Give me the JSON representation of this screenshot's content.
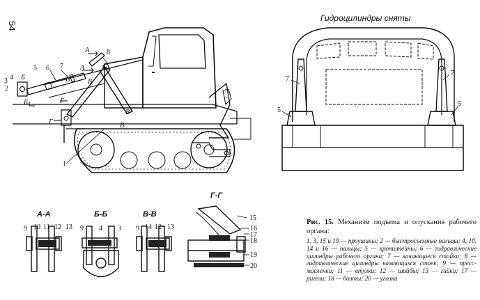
{
  "page_number": "54",
  "right_title": "Гидроцилиндры сняты",
  "sections": {
    "aa": "А-А",
    "bb": "Б-Б",
    "vv": "В-В",
    "gg": "Г-Г"
  },
  "main_labels": {
    "n1": "1",
    "n2": "2",
    "n3": "3",
    "n4": "4",
    "n5": "5",
    "n6": "6",
    "n7": "7",
    "n8": "8",
    "A1": "А",
    "A2": "А",
    "B1": "Б",
    "B2": "Б",
    "V1": "В",
    "V2": "В",
    "V3": "В",
    "V4": "В",
    "G1": "Г",
    "G2": "Г"
  },
  "right_labels": {
    "n7a": "7",
    "n7b": "7",
    "n5a": "5",
    "n5b": "5"
  },
  "aa_labels": {
    "n9": "9",
    "n10": "10",
    "n11": "11",
    "n12": "12",
    "n13": "13"
  },
  "bb_labels": {
    "n9": "9",
    "n4": "4",
    "n3": "3"
  },
  "vv_labels": {
    "n9": "9",
    "n14": "14",
    "n12": "12",
    "n13": "13"
  },
  "gg_labels": {
    "n15": "15",
    "n16": "16",
    "n17": "17",
    "n18": "18",
    "n19": "19",
    "n20": "20"
  },
  "caption": {
    "fig_label": "Рис. 15.",
    "fig_title": "Механизм подъема и опускания рабочего органа:",
    "body": "1, 3, 15 и 19 — проушины; 2 — быстросъемные пальцы; 4, 10, 14 и 16 — пальцы; 5 — кронштейны; 6 — гидравлические цилиндры рабочего органа; 7 — качающиеся стойки; 8 — гидравлические цилиндры качающихся стоек; 9 — пресс-масленки; 11 — втулки; 12 — шайбы; 13 — гайки; 17 — ригели; 18 — болты; 20 — уголки"
  }
}
